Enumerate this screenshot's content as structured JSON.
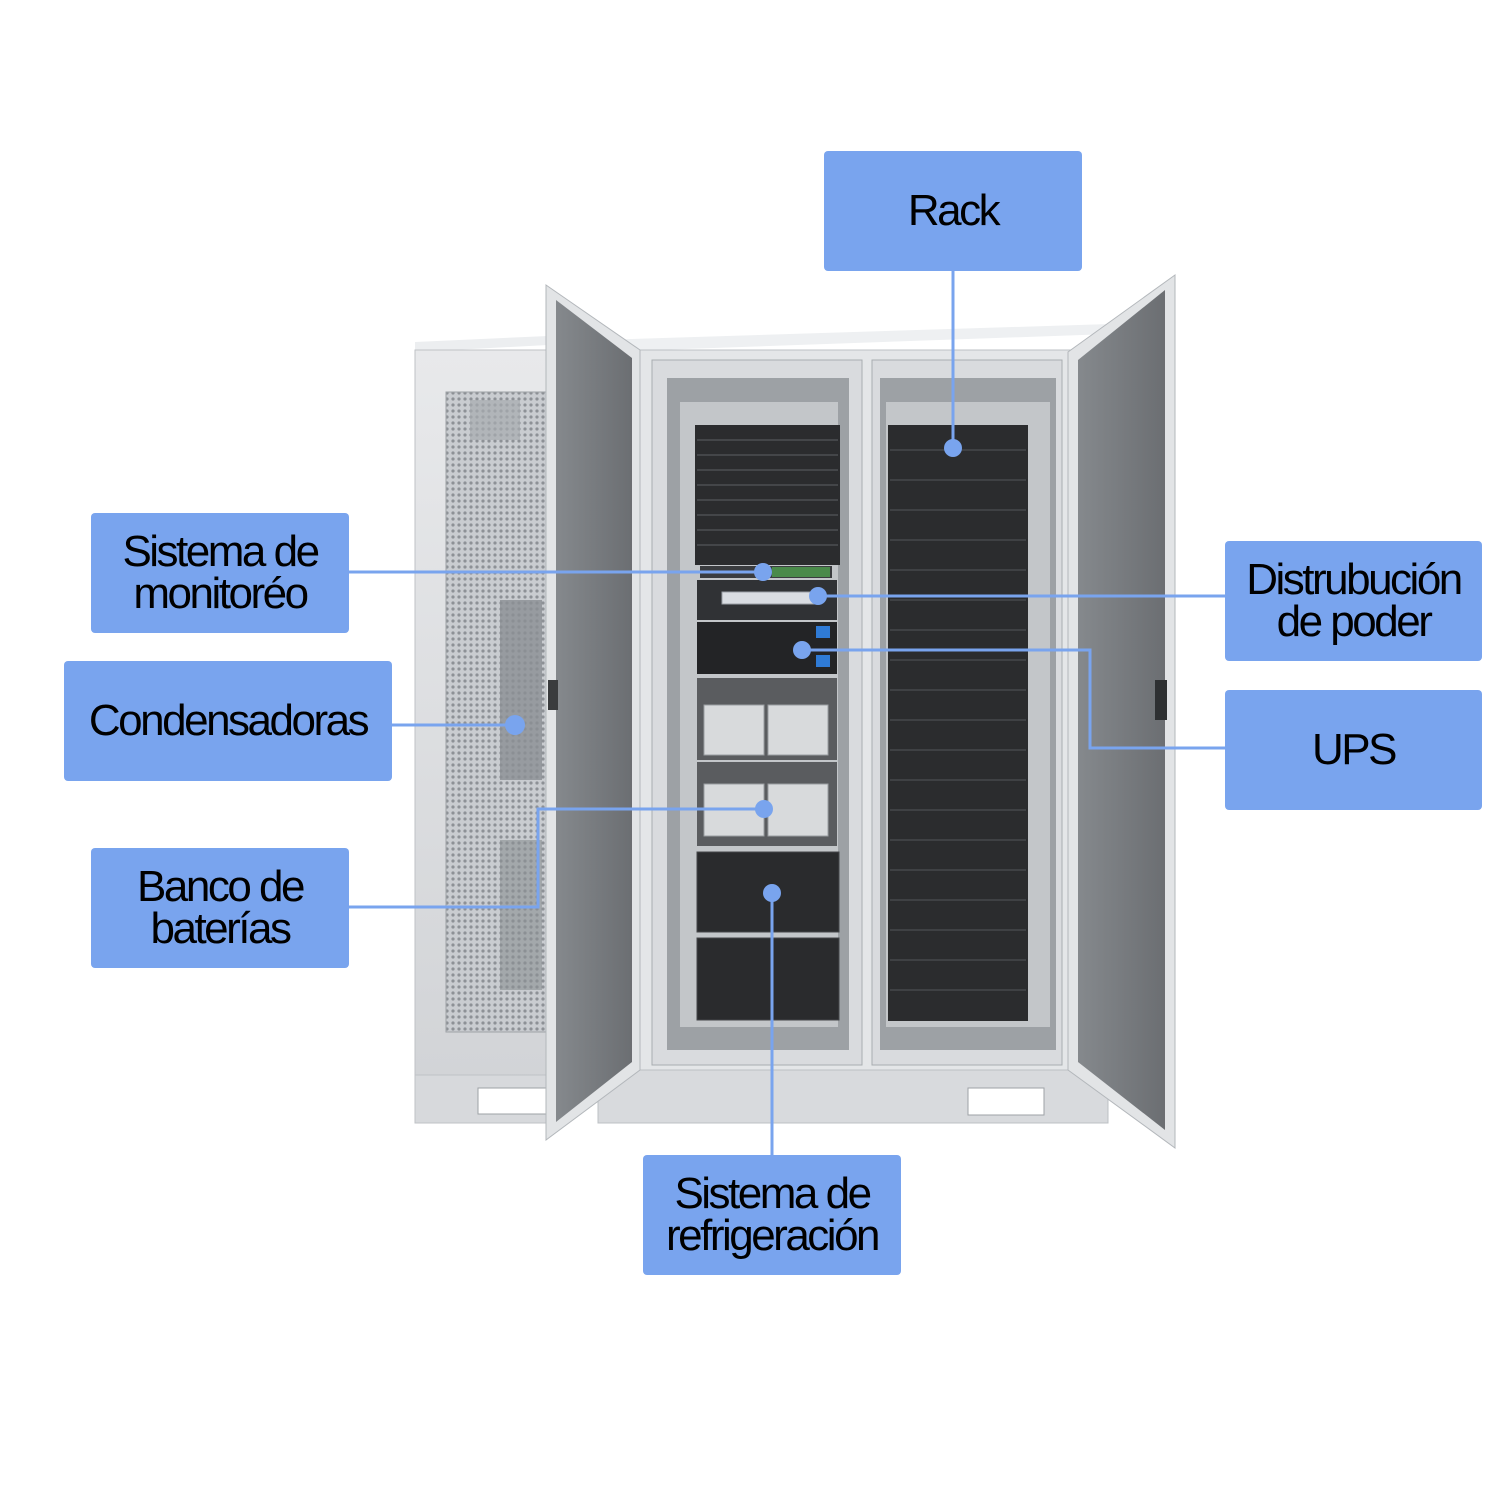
{
  "labels": {
    "rack": "Rack",
    "monitoring": "Sistema de\nmonitoréo",
    "power_distribution": "Distrubución\nde poder",
    "condensers": "Condensadoras",
    "ups": "UPS",
    "battery_bank": "Banco de\nbaterías",
    "cooling": "Sistema de\nrefrigeración"
  },
  "colors": {
    "label_fill": "#79a4ee",
    "leader_line": "#79a4ee",
    "cabinet_body": "#dcdee0",
    "glass": "#6f7376",
    "rack_equipment": "#2b2c2e"
  }
}
